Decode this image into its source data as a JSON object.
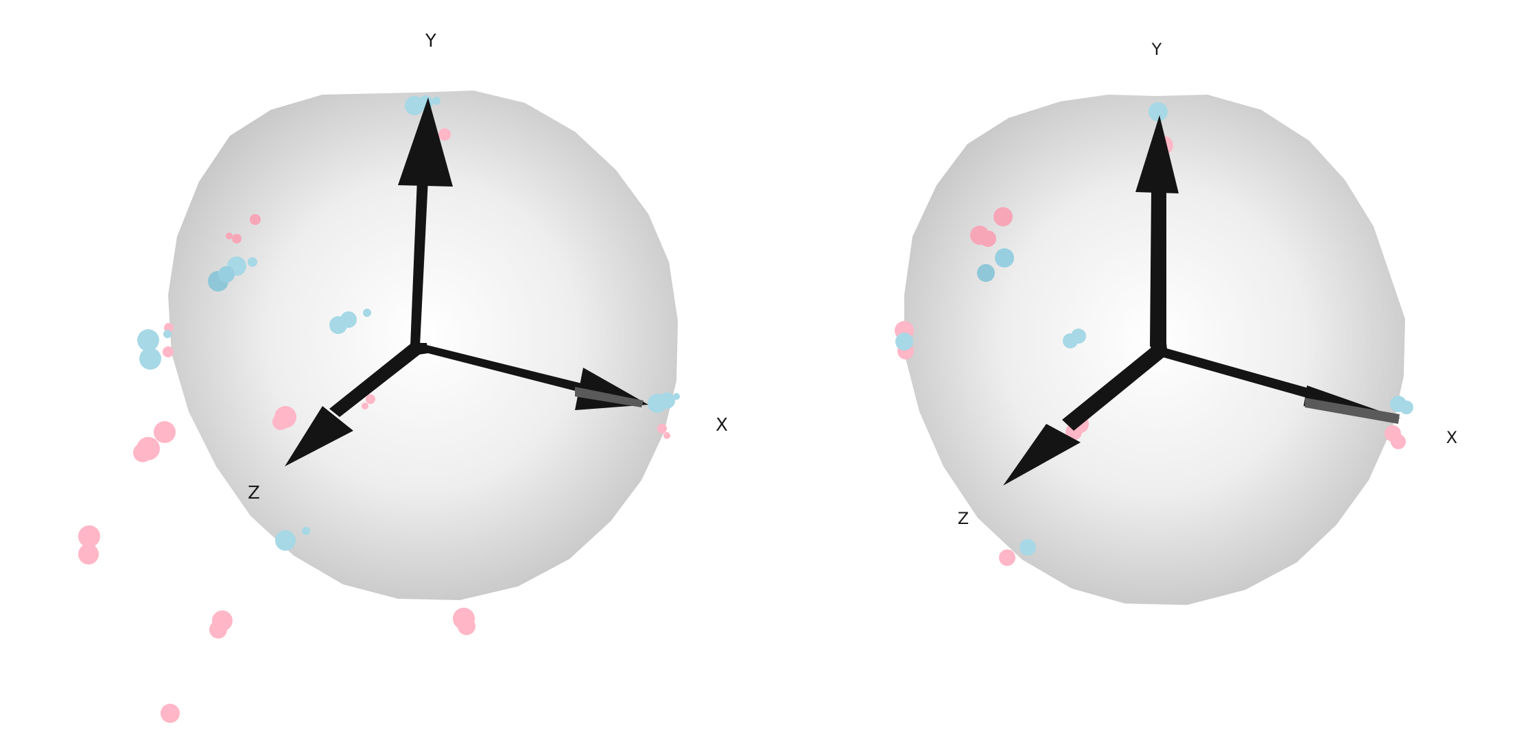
{
  "panels": [
    {
      "id": "left",
      "axis_labels": {
        "x": "X",
        "y": "Y",
        "z": "Z"
      }
    },
    {
      "id": "right",
      "axis_labels": {
        "x": "X",
        "y": "Y",
        "z": "Z"
      }
    }
  ],
  "colors": {
    "sphere_center": "#ffffff",
    "sphere_edge": "#c9c9c9",
    "arrow": "#141414",
    "arrow_shade": "#5a5a5a",
    "blue_blob": "#a6d8e6",
    "pink_blob": "#ffb6c6",
    "text": "#1a1a1a"
  }
}
